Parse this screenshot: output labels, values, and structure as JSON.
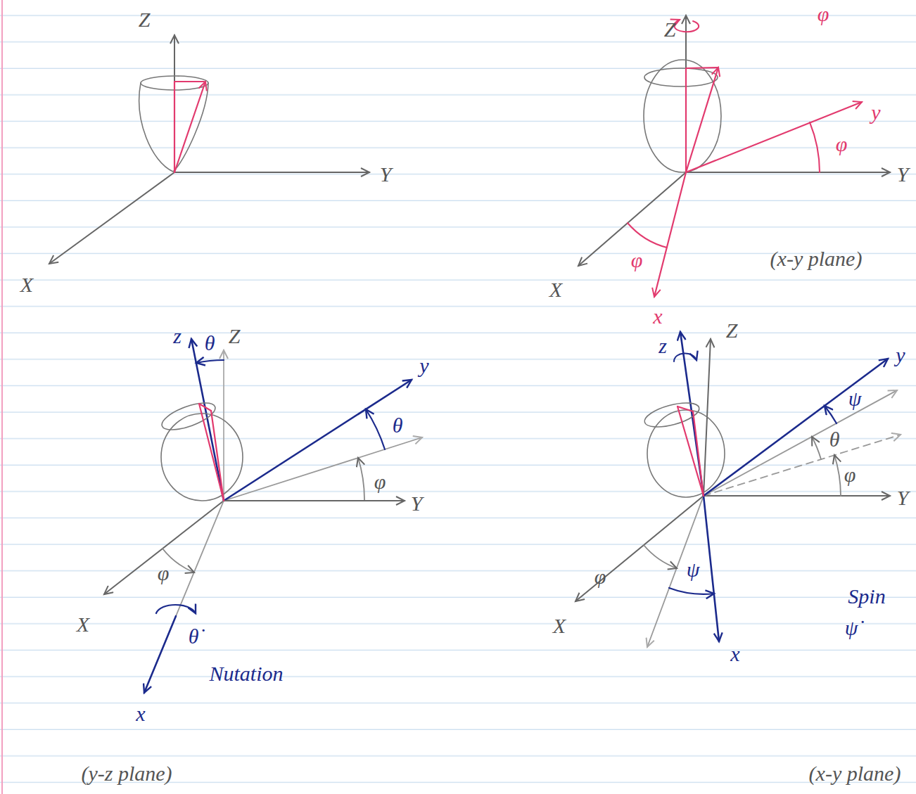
{
  "diagram": {
    "labels": [
      "Z",
      "Y",
      "X",
      "φ",
      "Z",
      "y",
      "φ",
      "Y",
      "φ",
      "X",
      "(x-y plane)",
      "x",
      "z",
      "θ",
      "Z",
      "y",
      "θ",
      "φ",
      "Y",
      "φ",
      "X",
      "θ̇",
      "Nutation",
      "x",
      "(y-z plane)",
      "z",
      "Z",
      "y",
      "ψ",
      "θ",
      "φ",
      "Y",
      "φ",
      "ψ",
      "X",
      "x",
      "Spin",
      "ψ̇",
      "(x-y plane)"
    ]
  }
}
